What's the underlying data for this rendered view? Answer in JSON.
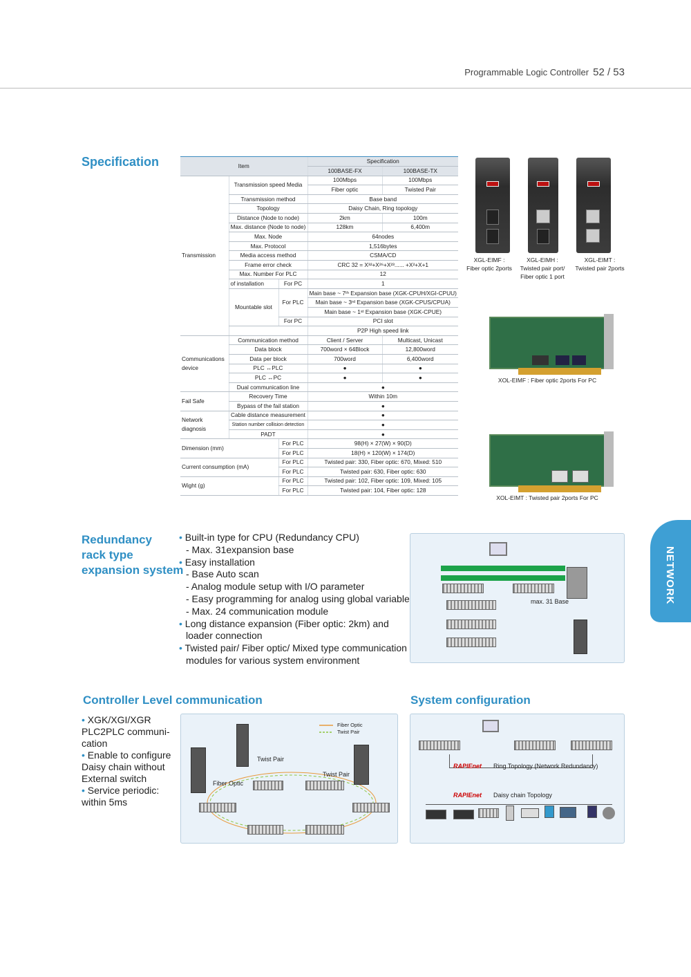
{
  "header": {
    "title": "Programmable Logic Controller",
    "page": "52 / 53"
  },
  "sections": {
    "specification": "Specification",
    "redundancy": [
      "Redundancy",
      "rack type",
      "expansion system"
    ],
    "controller_level": "Controller Level communication",
    "system_config": "System configuration"
  },
  "side_tab": "NETWORK",
  "spec_table": {
    "col_item": "Item",
    "col_spec": "Specification",
    "col_fx": "100BASE-FX",
    "col_tx": "100BASE-TX",
    "groups": {
      "transmission": "Transmission",
      "comm_device": "Communications device",
      "fail_safe": "Fail Safe",
      "net_diag": "Network diagnosis",
      "dimension": "Dimension (mm)",
      "current": "Current consumption (mA)",
      "weight": "Wight (g)"
    },
    "rows": {
      "speed_media": "Transmission speed Media",
      "speed_fx": "100Mbps",
      "speed_tx": "100Mbps",
      "media_fx": "Fiber optic",
      "media_tx": "Twisted Pair",
      "method": "Transmission method",
      "method_v": "Base band",
      "topology": "Topology",
      "topology_v": "Daisy Chain, Ring topology",
      "distance": "Distance (Node to node)",
      "distance_fx": "2km",
      "distance_tx": "100m",
      "max_distance": "Max. distance (Node to node)",
      "max_distance_fx": "128km",
      "max_distance_tx": "6,400m",
      "max_node": "Max. Node",
      "max_node_v": "64nodes",
      "max_protocol": "Max. Protocol",
      "max_protocol_v": "1,516bytes",
      "media_access": "Media access method",
      "media_access_v": "CSMA/CD",
      "frame_error": "Frame error check",
      "frame_error_v": "CRC 32 = X³²+X²⁶+X²³...... +X²+X+1",
      "max_number": "Max. Number For PLC",
      "max_number_v": "12",
      "of_install": "of installation",
      "for_pc": "For PC",
      "of_install_v": "1",
      "mountable": "Mountable slot",
      "for_plc": "For PLC",
      "mount_1": "Main base ~ 7ᵗʰ Expansion base (XGK-CPUH/XGI-CPUU)",
      "mount_2": "Main base ~ 3ʳᵈ Expansion base (XGK-CPUS/CPUA)",
      "mount_3": "Main base ~ 1ˢᵗ Expansion base (XGK-CPUE)",
      "pci": "PCI slot",
      "p2p": "P2P High speed link",
      "comm_method": "Communication method",
      "comm_method_fx": "Client / Server",
      "comm_method_tx": "Multicast, Unicast",
      "data_block": "Data block",
      "data_block_fx": "700word × 64Block",
      "data_block_tx": "12,800word",
      "data_per_block": "Data per block",
      "data_per_block_fx": "700word",
      "data_per_block_tx": "6,400word",
      "plc_plc": "PLC ↔PLC",
      "plc_pc": "PLC ↔PC",
      "dot": "●",
      "dual_line": "Dual communication line",
      "recovery": "Recovery Time",
      "recovery_v": "Within 10m",
      "bypass": "Bypass of the fail station",
      "cable_dist": "Cable distance measurement",
      "station_coll": "Station number collision detection",
      "padt": "PADT",
      "dim_plc": "98(H) × 27(W) × 90(D)",
      "dim_pc": "18(H) × 120(W) × 174(D)",
      "cur_plc": "Twisted pair: 330, Fiber optic: 670, Mixed: 510",
      "cur_pc": "Twisted pair: 630, Fiber optic: 630",
      "wt_plc": "Twisted pair: 102, Fiber optic: 109, Mixed: 105",
      "wt_pc": "Twisted pair: 104, Fiber optic: 128"
    }
  },
  "products": [
    {
      "name": "XGL-EIMF :",
      "desc": "Fiber optic 2ports"
    },
    {
      "name": "XGL-EIMH :",
      "desc": "Twisted pair port/",
      "desc2": "Fiber optic 1 port"
    },
    {
      "name": "XGL-EIMT :",
      "desc": "Twisted pair 2ports"
    }
  ],
  "cards": {
    "eimf": "XOL-EIMF : Fiber optic 2ports For PC",
    "eimt": "XOL-EIMT : Twisted pair 2ports For PC"
  },
  "redundancy_bullets": [
    {
      "t": "Built-in type for CPU (Redundancy CPU)",
      "b": true
    },
    {
      "t": "- Max. 31expansion base",
      "b": false
    },
    {
      "t": "Easy installation",
      "b": true
    },
    {
      "t": "- Base Auto scan",
      "b": false
    },
    {
      "t": "- Analog module setup with I/O parameter",
      "b": false
    },
    {
      "t": "- Easy programming for analog using global variable",
      "b": false
    },
    {
      "t": "- Max. 24 communication module",
      "b": false
    },
    {
      "t": "Long distance expansion (Fiber optic: 2km) and",
      "b": true
    },
    {
      "t": "loader connection",
      "b": false,
      "c": true
    },
    {
      "t": "Twisted pair/ Fiber optic/ Mixed type communication",
      "b": true
    },
    {
      "t": "modules for various system environment",
      "b": false,
      "c": true
    }
  ],
  "redundancy_diagram": {
    "label": "max. 31 Base"
  },
  "ctl_bullets": [
    {
      "t": "XGK/XGI/XGR",
      "b": true
    },
    {
      "t": "PLC2PLC communi-",
      "b": false
    },
    {
      "t": "cation",
      "b": false
    },
    {
      "t": "Enable to configure",
      "b": true
    },
    {
      "t": "Daisy chain without",
      "b": false
    },
    {
      "t": "External switch",
      "b": false
    },
    {
      "t": "Service periodic:",
      "b": true
    },
    {
      "t": "within 5ms",
      "b": false
    }
  ],
  "ctl_diagram": {
    "legend_fiber": "Fiber Optic",
    "legend_twist": "Twist Pair",
    "twist_pair_1": "Twist Pair",
    "twist_pair_2": "Twist Pair",
    "fiber_optic": "Fiber Optic",
    "fiber_color": "#e89a3c",
    "twist_color": "#8cc63f"
  },
  "sys_diagram": {
    "rapinet": "RAPIEnet",
    "ring": "Ring Topology (Network Redundancy)",
    "daisy": "Daisy chain Topology"
  }
}
